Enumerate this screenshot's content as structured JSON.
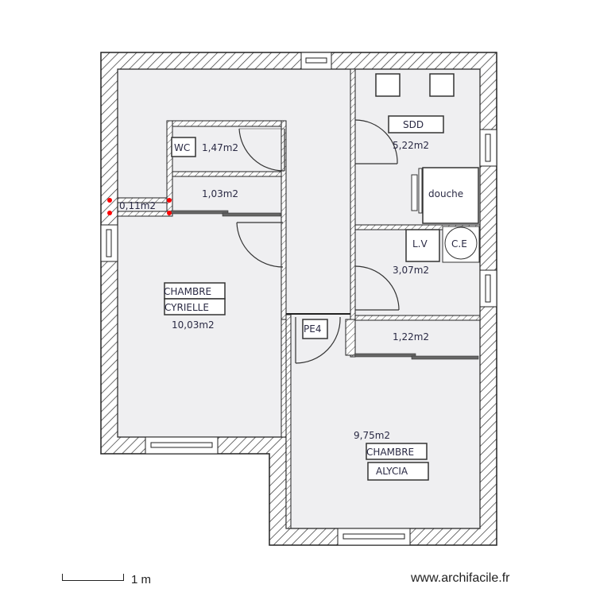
{
  "plan": {
    "rooms": [
      {
        "id": "wc",
        "name": "WC",
        "area": "1,47m2"
      },
      {
        "id": "closet-top",
        "name": "",
        "area": "1,03m2"
      },
      {
        "id": "niche",
        "name": "",
        "area": "0,11m2"
      },
      {
        "id": "chambre-cyrielle",
        "name_line1": "CHAMBRE",
        "name_line2": "CYRIELLE",
        "area": "10,03m2"
      },
      {
        "id": "sdd",
        "name": "SDD",
        "area": "5,22m2"
      },
      {
        "id": "laundry",
        "name": "",
        "area": "3,07m2"
      },
      {
        "id": "closet-right",
        "name": "",
        "area": "1,22m2"
      },
      {
        "id": "chambre-alycia",
        "name_line1": "CHAMBRE",
        "name_line2": "ALYCIA",
        "area": "9,75m2"
      }
    ],
    "fixtures": {
      "shower": "douche",
      "washing_machine": "L.V",
      "water_heater": "C.E",
      "door_tag": "PE4"
    },
    "colors": {
      "room_fill": "#efeff1",
      "wall_stroke": "#222222",
      "selection_marker": "#ff0000"
    }
  },
  "footer": {
    "scale_label": "1 m",
    "site": "www.archifacile.fr"
  }
}
